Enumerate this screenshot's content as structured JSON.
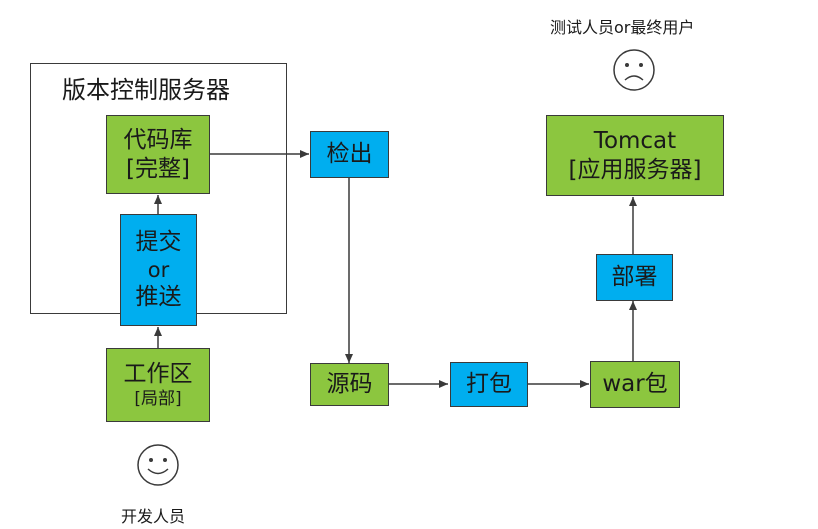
{
  "vcs_title": "版本控制服务器",
  "repo": {
    "line1": "代码库",
    "line2": "[完整]"
  },
  "commit": {
    "line1": "提交",
    "line2": "or",
    "line3": "推送"
  },
  "workspace": {
    "line1": "工作区",
    "line2": "[局部]"
  },
  "checkout": "检出",
  "source": "源码",
  "package": "打包",
  "war": "war包",
  "deploy": "部署",
  "tomcat": {
    "line1": "Tomcat",
    "line2": "[应用服务器]"
  },
  "developer_label": "开发人员",
  "tester_label": "测试人员or最终用户",
  "colors": {
    "green": "#8cc63f",
    "blue": "#00aeef",
    "stroke": "#3a3a3a"
  }
}
